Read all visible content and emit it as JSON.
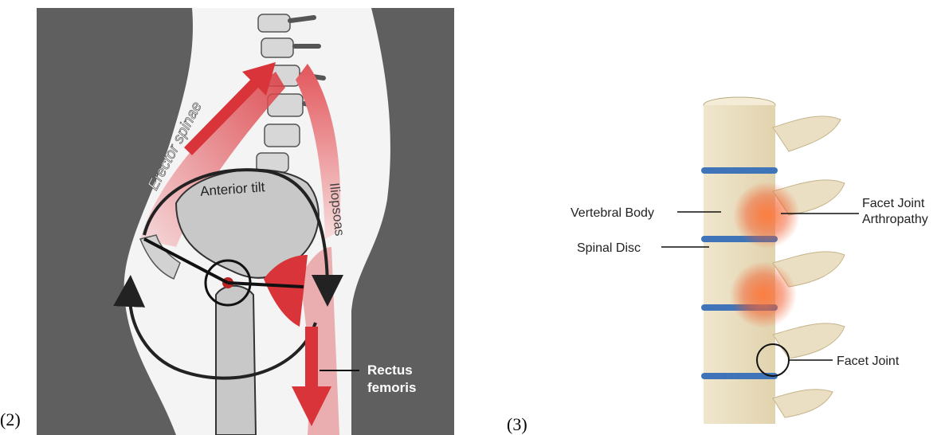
{
  "figures": [
    {
      "number": "(2)",
      "labels": {
        "erector_spinae": "Erector spinae",
        "anterior_tilt": "Anterior tilt",
        "iliopsoas": "Iliopsoas",
        "rectus_line1": "Rectus",
        "rectus_line2": "femoris"
      },
      "colors": {
        "background": "#5f5f5f",
        "body": "#f4f4f4",
        "muscle": "#d9343a",
        "bone": "#c8c8c8"
      }
    },
    {
      "number": "(3)",
      "labels": {
        "vertebral_body": "Vertebral Body",
        "spinal_disc": "Spinal Disc",
        "facet_arthropathy_line1": "Facet Joint",
        "facet_arthropathy_line2": "Arthropathy",
        "facet_joint": "Facet Joint"
      },
      "colors": {
        "bone": "#eee3c8",
        "disc": "#3f74b8",
        "inflammation": "#f25a2a"
      }
    }
  ]
}
